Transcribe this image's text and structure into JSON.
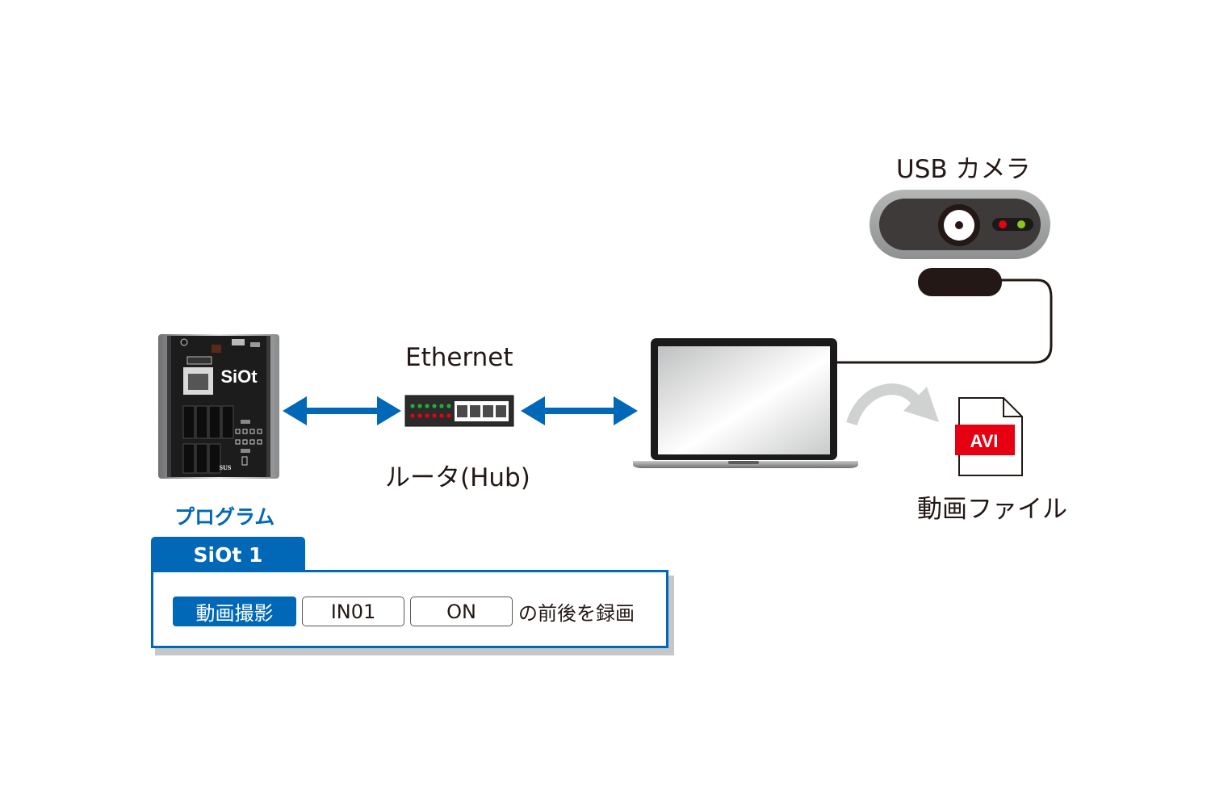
{
  "labels": {
    "usb_camera": "USB カメラ",
    "ethernet": "Ethernet",
    "router": "ルータ(Hub)",
    "video_file": "動画ファイル",
    "file_badge": "AVI",
    "device_brand": "SiOt",
    "device_maker": "SUS"
  },
  "program": {
    "title": "プログラム",
    "tab": "SiOt 1",
    "command": "動画撮影",
    "input": "IN01",
    "state": "ON",
    "suffix": "の前後を録画"
  },
  "colors": {
    "accent_blue": "#0068b7",
    "arrow_blue": "#0068b7",
    "avi_red": "#e60012",
    "camera_gray": "#9fa0a0",
    "dark": "#231815"
  },
  "icons": [
    "siot-device-icon",
    "hub-icon",
    "laptop-icon",
    "usb-camera-icon",
    "avi-file-icon",
    "save-arrow-icon"
  ]
}
